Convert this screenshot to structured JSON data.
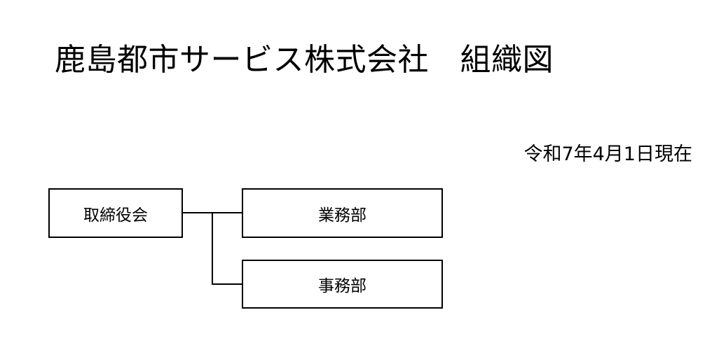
{
  "title": "鹿島都市サービス株式会社　組織図",
  "as_of_date": "令和7年4月1日現在",
  "org_chart": {
    "root": {
      "label": "取締役会"
    },
    "children": [
      {
        "label": "業務部"
      },
      {
        "label": "事務部"
      }
    ]
  },
  "colors": {
    "line": "#000000",
    "box_border": "#000000",
    "background": "#ffffff"
  }
}
